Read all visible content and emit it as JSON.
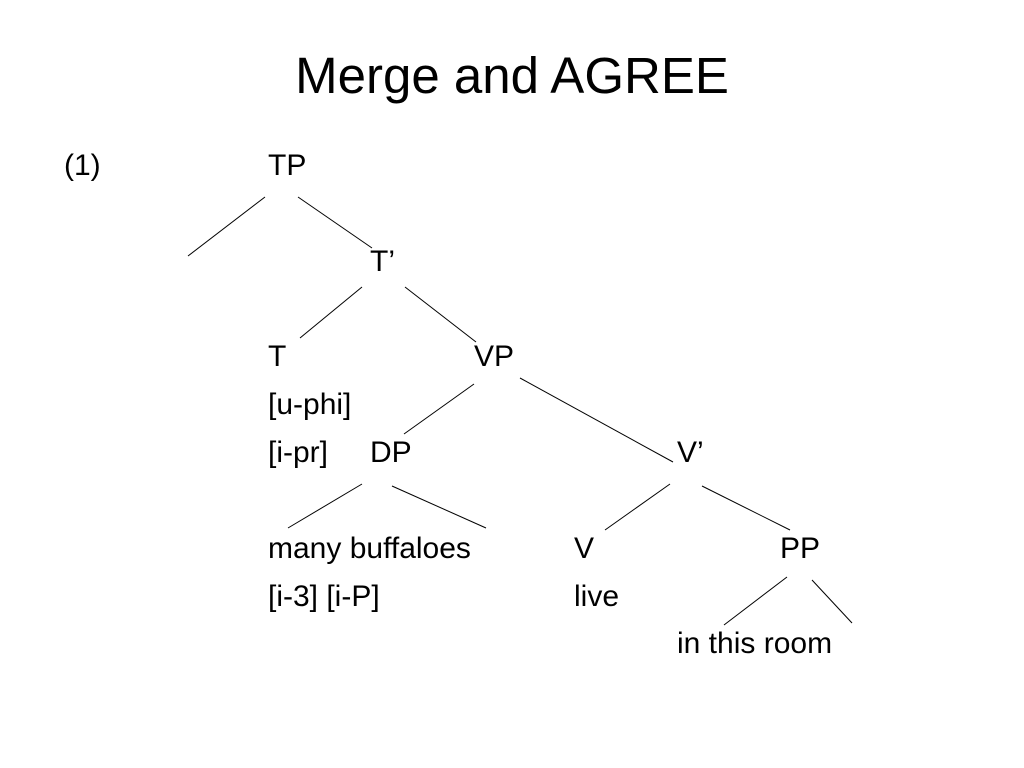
{
  "slide": {
    "title": "Merge and AGREE"
  },
  "example": {
    "number": "(1)"
  },
  "tree": {
    "tp": "TP",
    "t_bar": "T’",
    "t": "T",
    "t_feature_1": "[u-phi]",
    "t_feature_2": "[i-pr]",
    "vp": "VP",
    "dp": "DP",
    "v_bar": "V’",
    "dp_words": "many buffaloes",
    "dp_features": "[i-3] [i-P]",
    "v": "V",
    "v_word": "live",
    "pp": "PP",
    "pp_words": "in this room"
  },
  "colors": {
    "text": "#000000",
    "background": "#ffffff"
  }
}
